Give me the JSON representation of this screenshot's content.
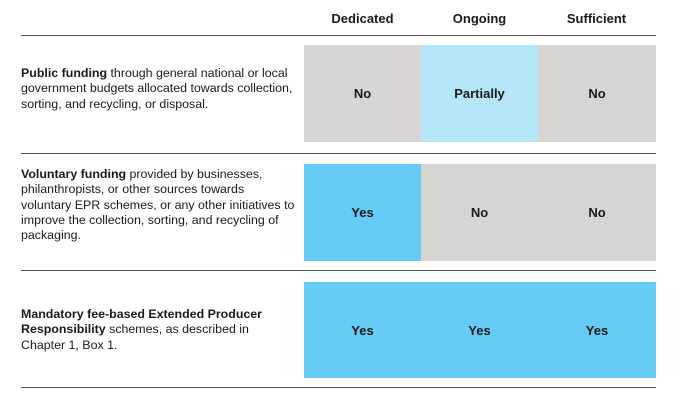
{
  "columns": [
    "Dedicated",
    "Ongoing",
    "Sufficient"
  ],
  "rows": [
    {
      "title": "Public funding",
      "desc": " through general national or local government budgets allocated towards collection, sorting, and recycling, or disposal.",
      "cells": [
        "No",
        "Partially",
        "No"
      ],
      "colors": [
        "#d8d4d2",
        "#b4e6f7",
        "#d8d4d2"
      ]
    },
    {
      "title": "Voluntary funding",
      "desc": " provided by businesses, philanthropists, or other sources towards voluntary EPR schemes, or any other initiatives to improve the collection, sorting, and recycling of packaging.",
      "cells": [
        "Yes",
        "No",
        "No"
      ],
      "colors": [
        "#66ccf5",
        "#d8d4d2",
        "#d8d4d2"
      ]
    },
    {
      "title": "Mandatory fee-based Extended Producer Responsibility",
      "desc": " schemes, as described in Chapter 1, Box 1.",
      "cells": [
        "Yes",
        "Yes",
        "Yes"
      ],
      "colors": [
        "#66ccf5",
        "#66ccf5",
        "#66ccf5"
      ]
    }
  ]
}
